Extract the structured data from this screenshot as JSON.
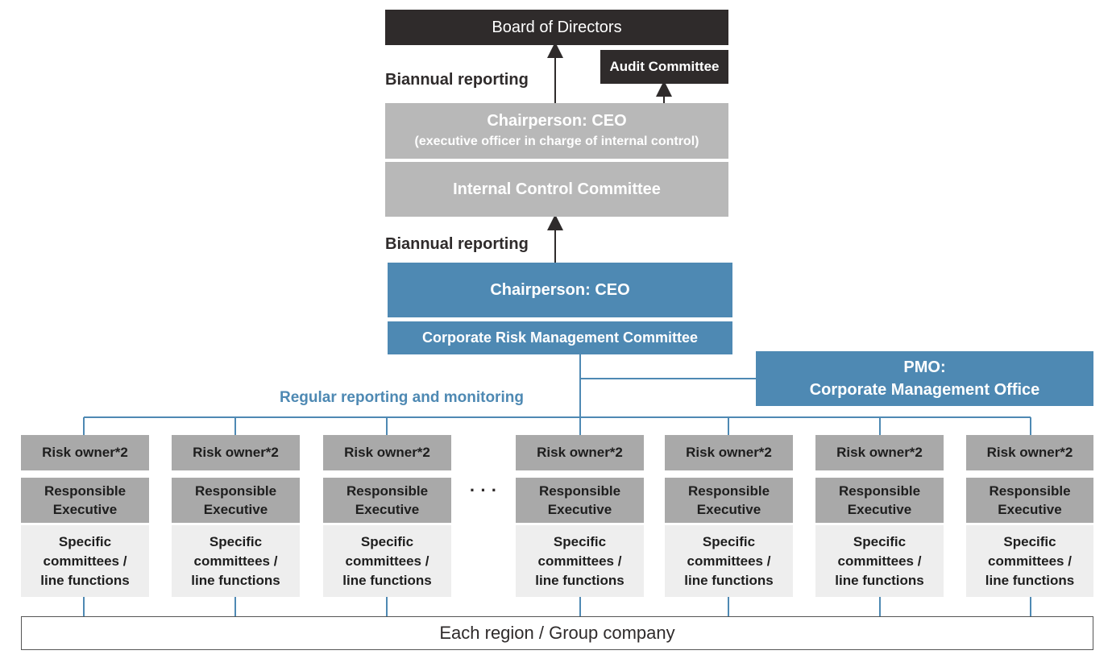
{
  "board": "Board of Directors",
  "audit": "Audit Committee",
  "reporting_top": "Biannual reporting",
  "icc_chair_line1": "Chairperson: CEO",
  "icc_chair_line2": "(executive officer in charge of internal control)",
  "icc": "Internal Control Committee",
  "reporting_mid": "Biannual reporting",
  "crmc_chair": "Chairperson: CEO",
  "crmc": "Corporate Risk Management Committee",
  "pmo_line1": "PMO:",
  "pmo_line2": "Corporate Management Office",
  "regular_reporting": "Regular reporting and monitoring",
  "ellipsis": "· · ·",
  "columns": [
    {
      "owner": "Risk owner*2",
      "exec1": "Responsible",
      "exec2": "Executive",
      "line1": "Specific",
      "line2": "committees /",
      "line3": "line functions"
    },
    {
      "owner": "Risk owner*2",
      "exec1": "Responsible",
      "exec2": "Executive",
      "line1": "Specific",
      "line2": "committees /",
      "line3": "line functions"
    },
    {
      "owner": "Risk owner*2",
      "exec1": "Responsible",
      "exec2": "Executive",
      "line1": "Specific",
      "line2": "committees /",
      "line3": "line functions"
    },
    {
      "owner": "Risk owner*2",
      "exec1": "Responsible",
      "exec2": "Executive",
      "line1": "Specific",
      "line2": "committees /",
      "line3": "line functions"
    },
    {
      "owner": "Risk owner*2",
      "exec1": "Responsible",
      "exec2": "Executive",
      "line1": "Specific",
      "line2": "committees /",
      "line3": "line functions"
    },
    {
      "owner": "Risk owner*2",
      "exec1": "Responsible",
      "exec2": "Executive",
      "line1": "Specific",
      "line2": "committees /",
      "line3": "line functions"
    },
    {
      "owner": "Risk owner*2",
      "exec1": "Responsible",
      "exec2": "Executive",
      "line1": "Specific",
      "line2": "committees /",
      "line3": "line functions"
    }
  ],
  "region": "Each region / Group company",
  "colors": {
    "dark": "#2f2b2b",
    "light_grey": "#b8b8b8",
    "blue": "#4e89b3",
    "mid_grey": "#a9a9a9",
    "pale": "#eeeeee"
  }
}
